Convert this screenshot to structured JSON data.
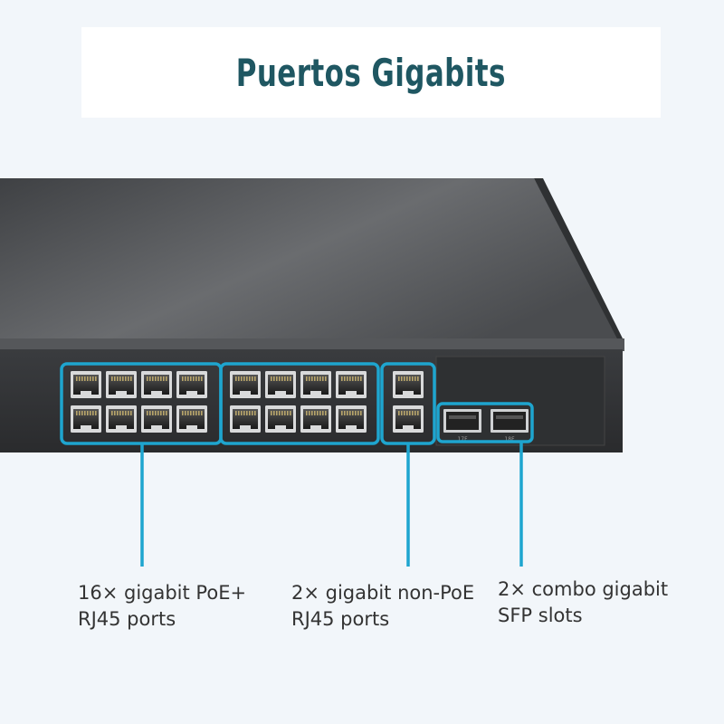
{
  "title": "Puertos Gigabits",
  "accent_color": "#1ea5cf",
  "switch": {
    "poe_ports": 16,
    "non_poe_ports": 2,
    "sfp_slots": 2,
    "sfp_labels": [
      "17F",
      "18F"
    ]
  },
  "callouts": [
    {
      "line1": "16× gigabit PoE+",
      "line2": "RJ45 ports"
    },
    {
      "line1": "2× gigabit non-PoE",
      "line2": "RJ45 ports"
    },
    {
      "line1": "2× combo gigabit",
      "line2": "SFP slots"
    }
  ]
}
